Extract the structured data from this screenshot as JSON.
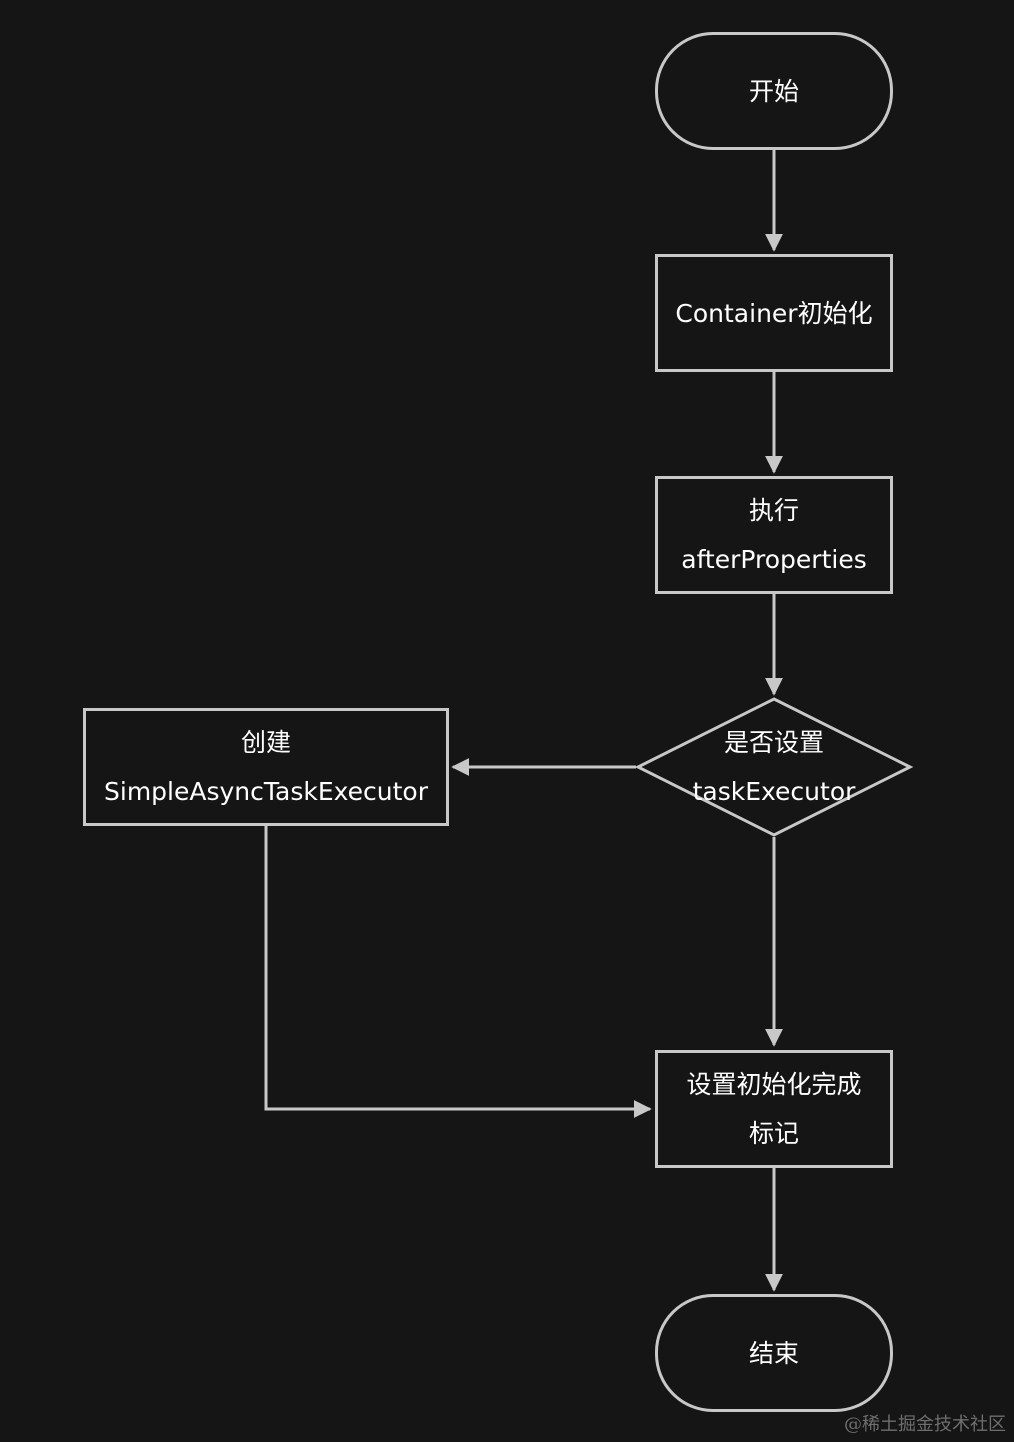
{
  "nodes": {
    "start": {
      "label": "开始"
    },
    "container_init": {
      "label": "Container初始化"
    },
    "exec_after": {
      "line1": "执行",
      "line2": "afterProperties"
    },
    "decision": {
      "line1": "是否设置",
      "line2": "taskExecutor"
    },
    "create_executor": {
      "line1": "创建",
      "line2": "SimpleAsyncTaskExecutor"
    },
    "set_flag": {
      "line1": "设置初始化完成",
      "line2": "标记"
    },
    "end": {
      "label": "结束"
    }
  },
  "watermark": "@稀土掘金技术社区",
  "colors": {
    "background": "#151515",
    "stroke": "#c8c8c8",
    "text": "#ffffff"
  }
}
